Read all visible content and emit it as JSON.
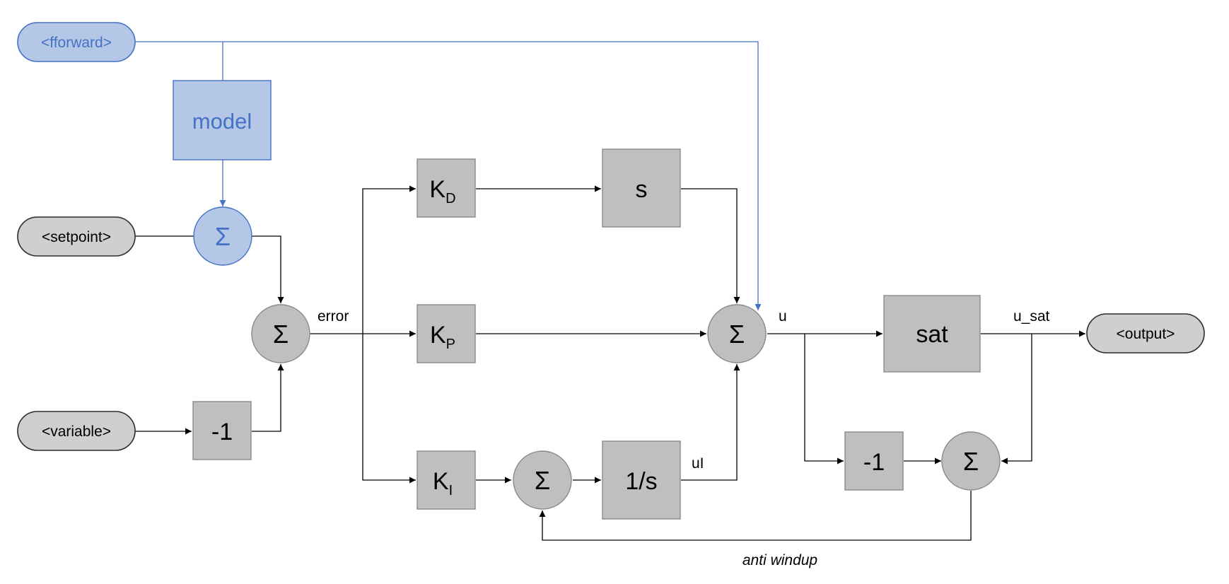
{
  "terminals": {
    "fforward": "<fforward>",
    "setpoint": "<setpoint>",
    "variable": "<variable>",
    "output": "<output>"
  },
  "blocks": {
    "model": "model",
    "neg_variable": "-1",
    "kd_main": "K",
    "kd_sub": "D",
    "kp_main": "K",
    "kp_sub": "P",
    "ki_main": "K",
    "ki_sub": "I",
    "derivative": "s",
    "integrator": "1/s",
    "saturation": "sat",
    "neg_antiwindup": "-1"
  },
  "sum_symbol": "Σ",
  "signals": {
    "error": "error",
    "u": "u",
    "u_sat": "u_sat",
    "ui": "uI",
    "anti_windup": "anti windup"
  },
  "colors": {
    "gray_block": "#bfbfbf",
    "blue_fill": "#b4c7e7",
    "blue_accent": "#4472c4"
  }
}
